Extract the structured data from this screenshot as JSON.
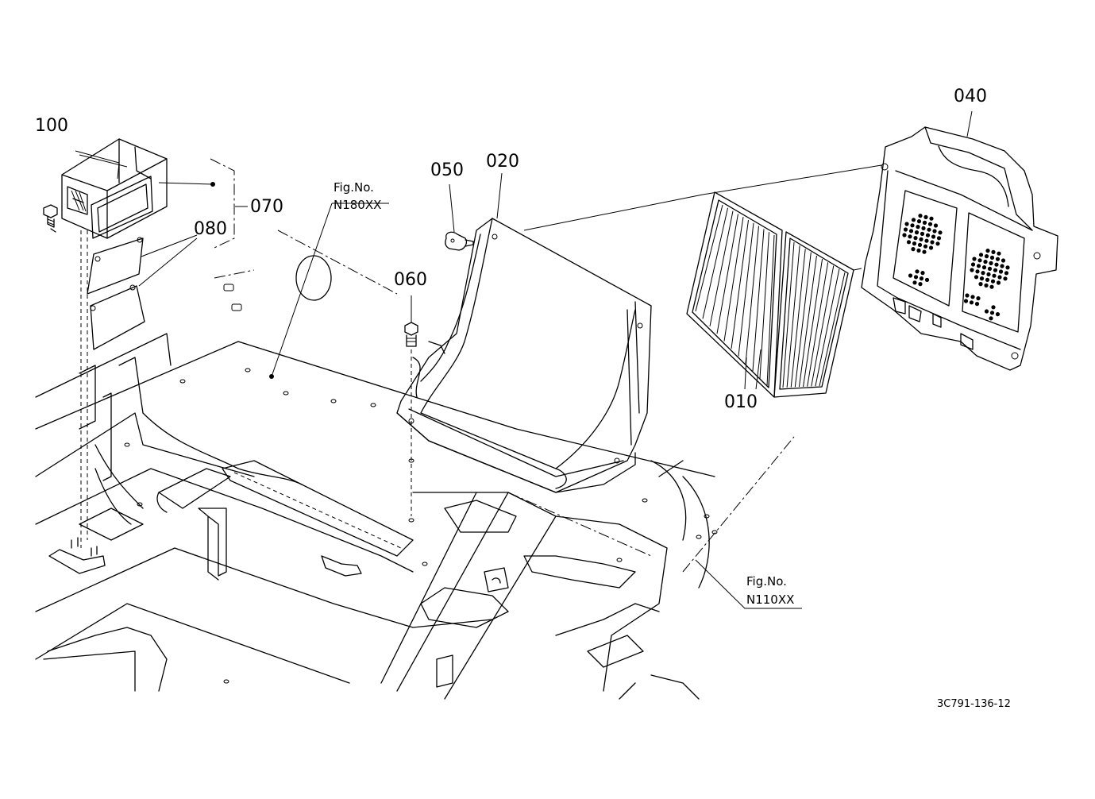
{
  "callouts": {
    "p010": "010",
    "p020": "020",
    "p040": "040",
    "p050": "050",
    "p060": "060",
    "p070": "070",
    "p080": "080",
    "p100": "100"
  },
  "figure_refs": {
    "ref_n180": {
      "label": "Fig.No.",
      "code": "N180XX"
    },
    "ref_n110": {
      "label": "Fig.No.",
      "code": "N110XX"
    }
  },
  "drawing_code": "3C791-136-12"
}
